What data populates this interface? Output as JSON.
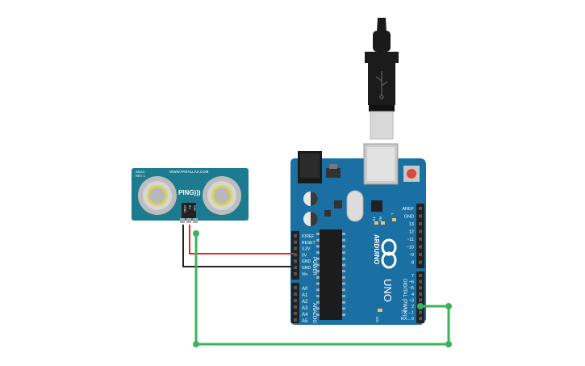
{
  "sensor": {
    "brand_small": "28015\nREV C",
    "website": "WWW.PARALLAX.COM",
    "model": "PING)))",
    "pin_labels": [
      "GND",
      "5V",
      "SIG"
    ]
  },
  "arduino": {
    "logo_text": "ARDUINO",
    "model": "UNO",
    "power_header_label": "POWER",
    "power_pins": [
      "IOREF",
      "RESET",
      "3.3V",
      "5V",
      "GND",
      "GND",
      "Vin"
    ],
    "analog_header_label": "ANALOG IN",
    "analog_pins": [
      "A0",
      "A1",
      "A2",
      "A3",
      "A4",
      "A5"
    ],
    "digital_header_label": "DIGITAL (PWM~)",
    "digital_pins_top": [
      "AREF",
      "GND",
      "13",
      "12",
      "~11",
      "~10",
      "~9",
      "8"
    ],
    "digital_pins_bottom": [
      "7",
      "~6",
      "~5",
      "4",
      "~3",
      "2",
      "TX→1",
      "RX←0"
    ],
    "led_labels": [
      "TX",
      "RX",
      "L"
    ],
    "on_label": "ON"
  },
  "wires": {
    "power_color": "#d92b2b",
    "ground_color": "#222222",
    "signal_color": "#3cb35a"
  },
  "colors": {
    "sensor_pcb": "#1c7b8e",
    "arduino_pcb": "#1a6fa3"
  }
}
